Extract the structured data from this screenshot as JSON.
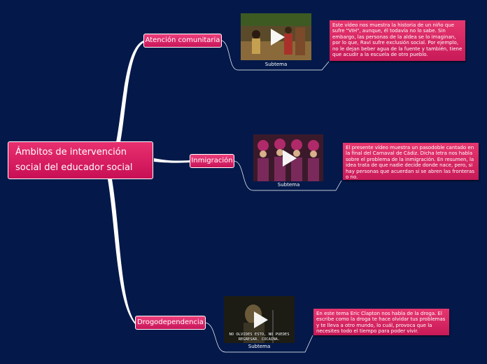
{
  "colors": {
    "background": "#04194a",
    "node": "#d91f63",
    "connector": "#ffffff"
  },
  "central_topic": {
    "label": "Ámbitos de intervención social del educador social"
  },
  "branches": [
    {
      "label": "Atención comunitaria",
      "video_icon": "play-icon",
      "subtopic_label": "Subtema",
      "note": "Este vídeo nos muestra la historia de un niño que sufre \"VIH\", aunque, él todavía no lo sabe. Sin embargo, las personas de la aldea se lo imaginan, por lo que, Ravi sufre exclusión social. Por ejemplo, no le dejan beber agua de la fuente y también, tiene que acudir a la escuela de otro pueblo."
    },
    {
      "label": "Inmigración",
      "video_icon": "play-icon",
      "subtopic_label": "Subtema",
      "note": "El presente vídeo muestra un pasodoble cantado en la final del Carnaval de Cádiz. Dicha letra nos habla sobre el problema de la inmigración. En resumen, la idea trata de que nadie decide donde nace, pero, si hay personas que acuerdan si se abren las fronteras o no."
    },
    {
      "label": "Drogodependencia",
      "video_icon": "play-icon",
      "video_subtitle": "NO OLVIDES ESTO, NO PUEDES REGRESAR. COCAINA.",
      "subtopic_label": "Subtema",
      "note": "En este tema Eric Clapton nos habla de la droga. El escribe como la droga te hace olvidar tus problemas y te lleva a otro mundo, lo cuál, provoca que la necesites todo el tiempo para poder vivir."
    }
  ]
}
